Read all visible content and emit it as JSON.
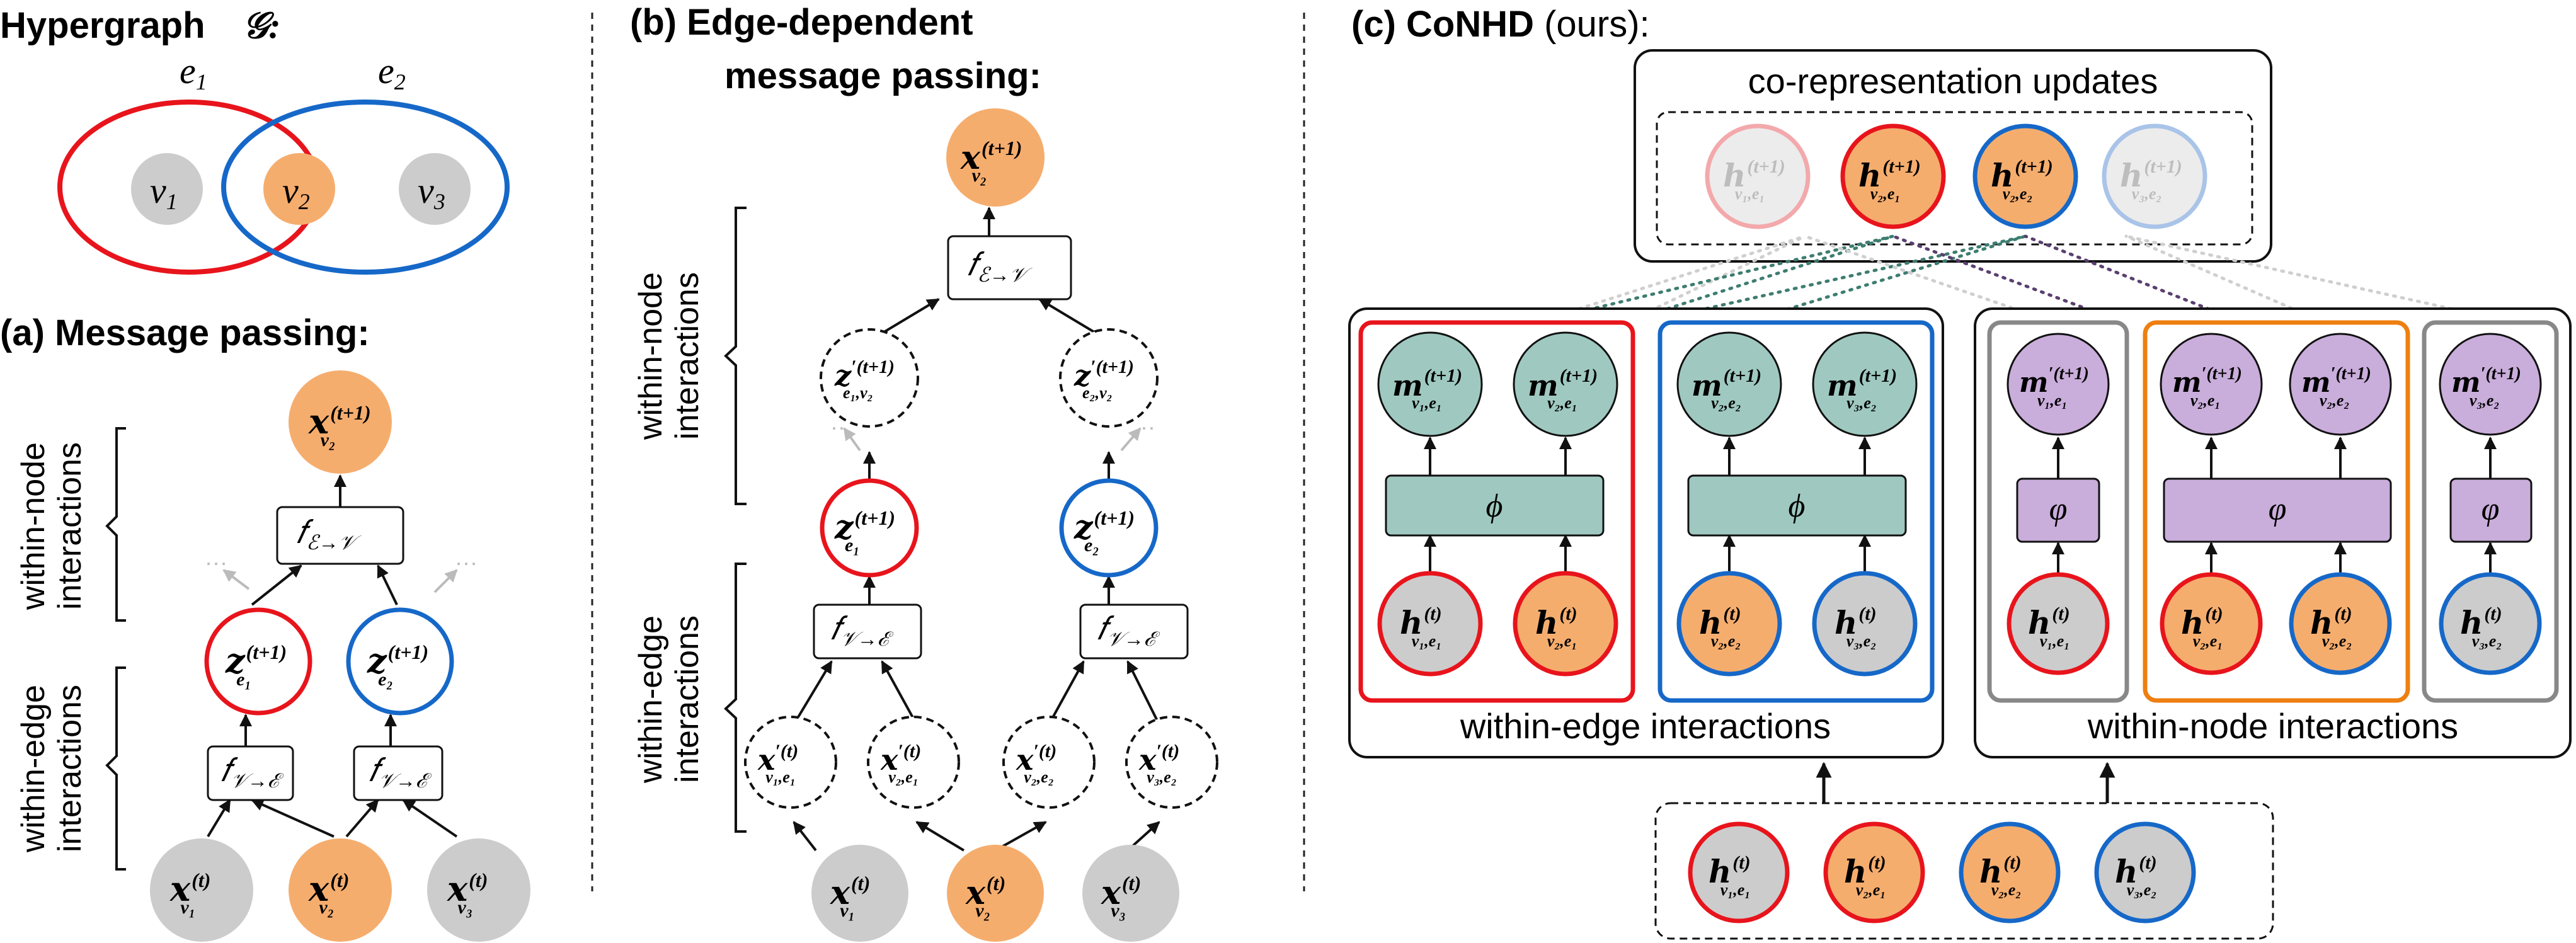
{
  "titles": {
    "hypergraph": "Hypergraph",
    "hypergraph_symbol": "𝒢:",
    "a": "(a) Message passing:",
    "b_line1": "(b) Edge-dependent",
    "b_line2": "message passing:",
    "c_bold": "(c) CoNHD",
    "c_rest": " (ours):"
  },
  "hypergraph": {
    "edges": [
      "e",
      "e"
    ],
    "edge_subs": [
      "1",
      "2"
    ],
    "nodes": [
      "v",
      "v",
      "v"
    ],
    "node_subs": [
      "1",
      "2",
      "3"
    ],
    "edge_colors": [
      "#e8141c",
      "#1668c8"
    ]
  },
  "bracket_labels": {
    "within_node_1": "within-node",
    "within_node_2": "interactions",
    "within_edge_1": "within-edge",
    "within_edge_2": "interactions"
  },
  "ops": {
    "f_e2v": "𝑓",
    "f_e2v_sub": "ℰ→𝒱",
    "f_v2e": "𝑓",
    "f_v2e_sub": "𝒱→ℰ",
    "phi": "ϕ",
    "varphi": "φ"
  },
  "symbols": {
    "x": "𝒙",
    "z": "𝒛",
    "h": "𝒉",
    "m": "𝒎",
    "prime": "′",
    "t": "(t)",
    "t1": "(t+1)",
    "v1": "v₁",
    "v2": "v₂",
    "v3": "v₃",
    "e1": "e₁",
    "e2": "e₂",
    "e1v2": "e₁,v₂",
    "e2v2": "e₂,v₂",
    "v1e1": "v₁,e₁",
    "v2e1": "v₂,e₁",
    "v2e2": "v₂,e₂",
    "v3e2": "v₃,e₂"
  },
  "panel_c": {
    "top_title": "co-representation updates",
    "within_edge": "within-edge interactions",
    "within_node": "within-node interactions"
  },
  "colors": {
    "red": "#e8141c",
    "blue": "#1668c8",
    "orange": "#f5ad6e",
    "gray": "#cccccc",
    "teal": "#9fc9c0",
    "purple": "#c9addb",
    "orange_box": "#ee7f10",
    "gray_box": "#888888"
  }
}
